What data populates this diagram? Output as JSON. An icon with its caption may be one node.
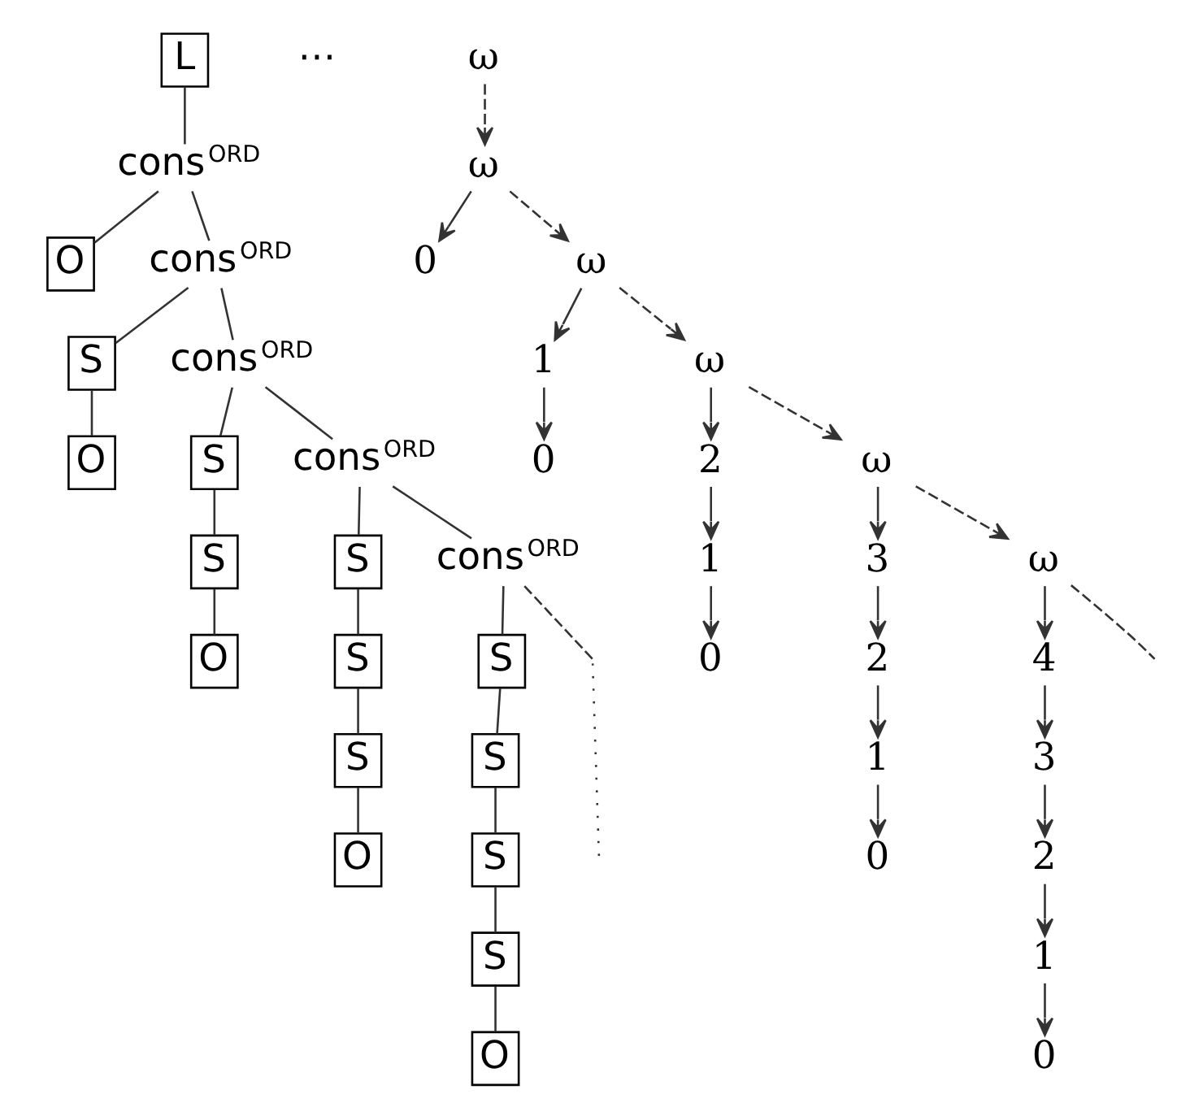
{
  "diagram": {
    "nodes": [
      {
        "text": [
          "L"
        ]
      },
      {
        "text": [
          "cons$^{ORD}$"
        ]
      },
      {
        "text": [
          "O"
        ]
      },
      {
        "text": [
          "cons$^{ORD}$"
        ]
      },
      {
        "text": [
          "S"
        ]
      },
      {
        "text": [
          "O"
        ]
      },
      {
        "text": [
          "cons$^{ORD}$"
        ]
      },
      {
        "text": [
          "S"
        ]
      },
      {
        "text": [
          "S"
        ]
      },
      {
        "text": [
          "O"
        ]
      },
      {
        "text": [
          "cons$^{ORD}$"
        ]
      },
      {
        "text": [
          "S"
        ]
      },
      {
        "text": [
          "S"
        ]
      },
      {
        "text": [
          "S"
        ]
      },
      {
        "text": [
          "O"
        ]
      },
      {
        "text": [
          "cons$^{ORD}$"
        ]
      },
      {
        "text": [
          "S"
        ]
      },
      {
        "text": [
          "S"
        ]
      },
      {
        "text": [
          "S"
        ]
      },
      {
        "text": [
          "S"
        ]
      },
      {
        "text": [
          "O"
        ]
      },
      {
        "text": [
          "ω"
        ]
      },
      {
        "text": [
          "ω"
        ]
      },
      {
        "text": [
          "0"
        ]
      },
      {
        "text": [
          "ω"
        ]
      },
      {
        "text": [
          "1"
        ]
      },
      {
        "text": [
          "0"
        ]
      },
      {
        "text": [
          "ω"
        ]
      },
      {
        "text": [
          "2"
        ]
      },
      {
        "text": [
          "1"
        ]
      },
      {
        "text": [
          "0"
        ]
      },
      {
        "text": [
          "ω"
        ]
      },
      {
        "text": [
          "3"
        ]
      },
      {
        "text": [
          "2"
        ]
      },
      {
        "text": [
          "1"
        ]
      },
      {
        "text": [
          "0"
        ]
      },
      {
        "text": [
          "ω"
        ]
      },
      {
        "text": [
          "4"
        ]
      },
      {
        "text": [
          "3"
        ]
      },
      {
        "text": [
          "2"
        ]
      },
      {
        "text": [
          "1"
        ]
      },
      {
        "text": [
          "0"
        ]
      }
    ],
    "edges": [
      {
        "from": 0,
        "to": 1,
        "arrow": "none"
      },
      {
        "from": 1,
        "to": 2,
        "arrow": "none"
      },
      {
        "from": 1,
        "to": 3,
        "arrow": "none"
      },
      {
        "from": 3,
        "to": 4,
        "arrow": "none"
      },
      {
        "from": 4,
        "to": 5,
        "arrow": "none"
      },
      {
        "from": 3,
        "to": 6,
        "arrow": "none"
      },
      {
        "from": 6,
        "to": 7,
        "arrow": "none"
      },
      {
        "from": 7,
        "to": 8,
        "arrow": "none"
      },
      {
        "from": 8,
        "to": 9,
        "arrow": "none"
      },
      {
        "from": 6,
        "to": 10,
        "arrow": "none"
      },
      {
        "from": 10,
        "to": 11,
        "arrow": "none"
      },
      {
        "from": 11,
        "to": 12,
        "arrow": "none"
      },
      {
        "from": 12,
        "to": 13,
        "arrow": "none"
      },
      {
        "from": 13,
        "to": 14,
        "arrow": "none"
      },
      {
        "from": 10,
        "to": 15,
        "arrow": "none"
      },
      {
        "from": 15,
        "to": 16,
        "arrow": "none"
      },
      {
        "from": 16,
        "to": 17,
        "arrow": "none"
      },
      {
        "from": 17,
        "to": 18,
        "arrow": "none"
      },
      {
        "from": 18,
        "to": 19,
        "arrow": "none"
      },
      {
        "from": 19,
        "to": 20,
        "arrow": "none"
      },
      {
        "from": 15,
        "to": null,
        "arrow": "none",
        "style": "dashed"
      },
      {
        "from": 21,
        "to": 22,
        "arrow": "to",
        "style": "dashed"
      },
      {
        "from": 22,
        "to": 23,
        "arrow": "to"
      },
      {
        "from": 22,
        "to": 24,
        "arrow": "to",
        "style": "dashed"
      },
      {
        "from": 24,
        "to": 25,
        "arrow": "to"
      },
      {
        "from": 25,
        "to": 26,
        "arrow": "to"
      },
      {
        "from": 24,
        "to": 27,
        "arrow": "to",
        "style": "dashed"
      },
      {
        "from": 27,
        "to": 28,
        "arrow": "to"
      },
      {
        "from": 28,
        "to": 29,
        "arrow": "to"
      },
      {
        "from": 29,
        "to": 30,
        "arrow": "to"
      },
      {
        "from": 27,
        "to": 31,
        "arrow": "to",
        "style": "dashed"
      },
      {
        "from": 31,
        "to": 32,
        "arrow": "to"
      },
      {
        "from": 32,
        "to": 33,
        "arrow": "to"
      },
      {
        "from": 33,
        "to": 34,
        "arrow": "to"
      },
      {
        "from": 34,
        "to": 35,
        "arrow": "to"
      },
      {
        "from": 31,
        "to": 36,
        "arrow": "to",
        "style": "dashed"
      },
      {
        "from": 36,
        "to": 37,
        "arrow": "to"
      },
      {
        "from": 37,
        "to": 38,
        "arrow": "to"
      },
      {
        "from": 38,
        "to": 39,
        "arrow": "to"
      },
      {
        "from": 39,
        "to": 40,
        "arrow": "to"
      },
      {
        "from": 40,
        "to": 41,
        "arrow": "to"
      },
      {
        "from": 36,
        "to": null,
        "arrow": "none",
        "style": "dashed"
      }
    ],
    "labels": [
      "⋯"
    ]
  }
}
